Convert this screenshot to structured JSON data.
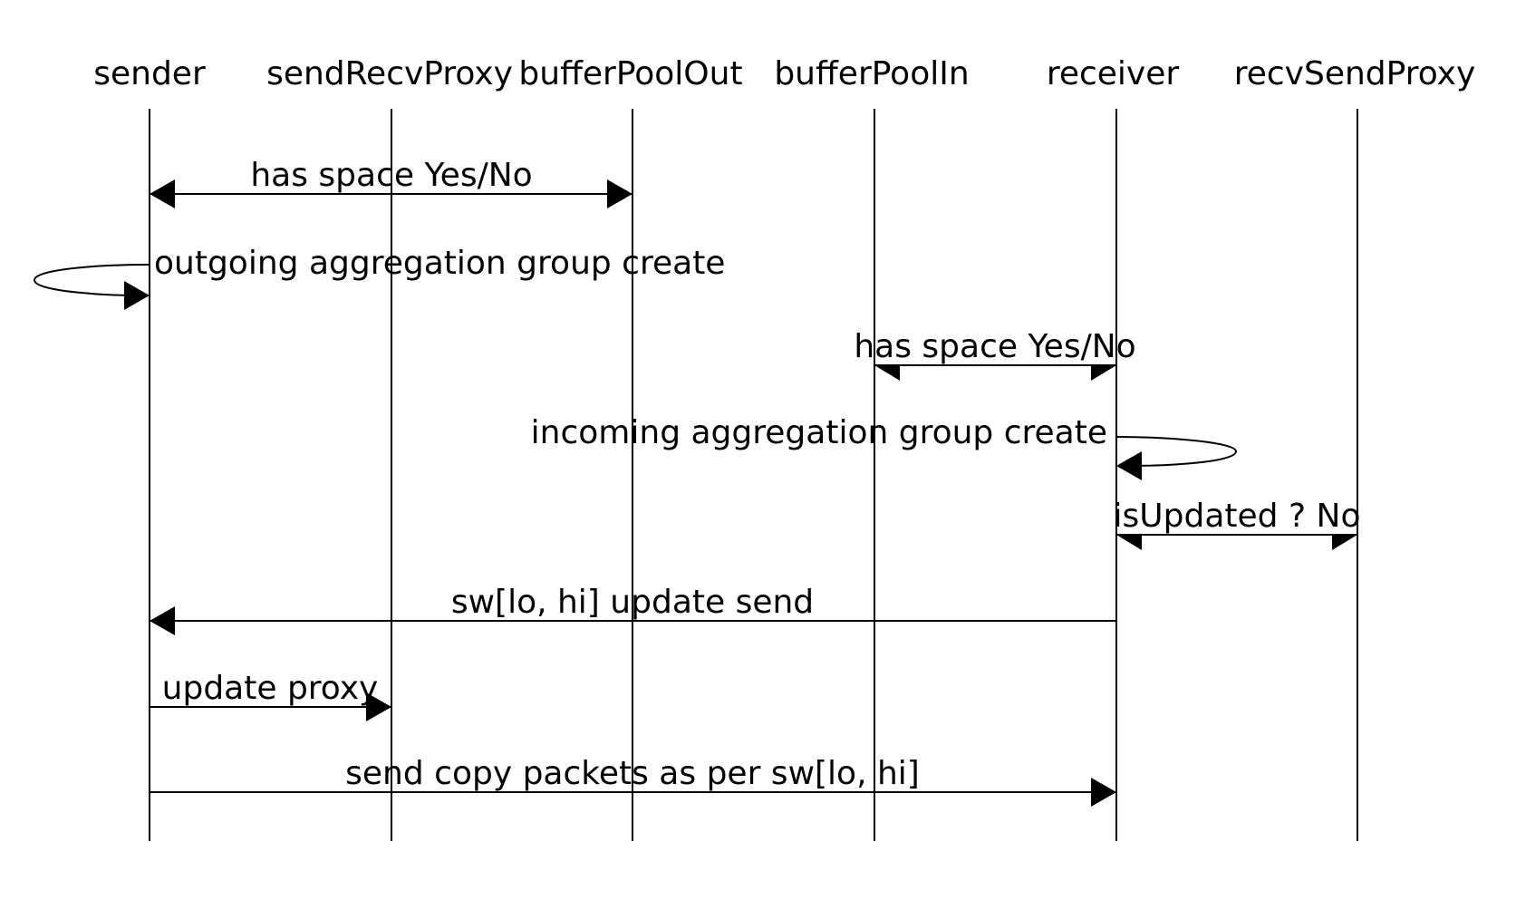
{
  "diagram": {
    "type": "sequence-diagram",
    "colors": {
      "line": "#000000",
      "background": "#ffffff"
    },
    "participants": [
      {
        "id": "sender",
        "label": "sender"
      },
      {
        "id": "sendRecvProxy",
        "label": "sendRecvProxy"
      },
      {
        "id": "bufferPoolOut",
        "label": "bufferPoolOut"
      },
      {
        "id": "bufferPoolIn",
        "label": "bufferPoolIn"
      },
      {
        "id": "receiver",
        "label": "receiver"
      },
      {
        "id": "recvSendProxy",
        "label": "recvSendProxy"
      }
    ],
    "messages": [
      {
        "id": "has-space-out",
        "from": "sender",
        "to": "bufferPoolOut",
        "label": "has space Yes/No",
        "bidirectional": true
      },
      {
        "id": "outgoing-group-create",
        "from": "sender",
        "to": "sender",
        "label": "outgoing aggregation group create",
        "self": true
      },
      {
        "id": "has-space-in",
        "from": "bufferPoolIn",
        "to": "receiver",
        "label": "has space Yes/No",
        "bidirectional": true
      },
      {
        "id": "incoming-group-create",
        "from": "receiver",
        "to": "receiver",
        "label": "incoming aggregation group create",
        "self": true
      },
      {
        "id": "is-updated",
        "from": "receiver",
        "to": "recvSendProxy",
        "label": "isUpdated ? No",
        "bidirectional": true
      },
      {
        "id": "sw-update-send",
        "from": "receiver",
        "to": "sender",
        "label": "sw[lo, hi] update send"
      },
      {
        "id": "update-proxy",
        "from": "sender",
        "to": "sendRecvProxy",
        "label": "update proxy"
      },
      {
        "id": "send-copy-packets",
        "from": "sender",
        "to": "receiver",
        "label": "send copy packets as per sw[lo, hi]"
      }
    ]
  }
}
